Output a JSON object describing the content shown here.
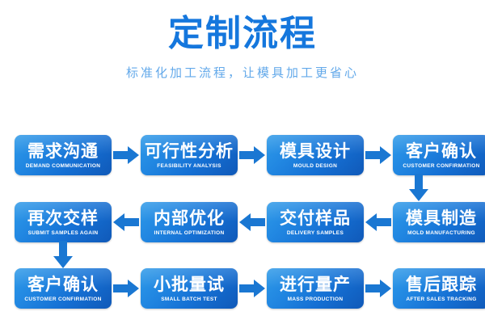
{
  "header": {
    "title": "定制流程",
    "subtitle": "标准化加工流程，让模具加工更省心",
    "title_color": "#1577dd",
    "subtitle_color": "#63a9ea"
  },
  "theme": {
    "box_gradient_start": "#2e9ae8",
    "box_gradient_end": "#1059b8",
    "arrow_color": "#1a77d2",
    "text_color": "#ffffff",
    "background": "#ffffff"
  },
  "flow": {
    "rows": [
      {
        "direction": "left-to-right",
        "steps": [
          {
            "cn": "需求沟通",
            "en": "DEMAND COMMUNICATION"
          },
          {
            "cn": "可行性分析",
            "en": "FEASIBILITY ANALYSIS"
          },
          {
            "cn": "模具设计",
            "en": "MOULD DESIGN"
          },
          {
            "cn": "客户确认",
            "en": "CUSTOMER CONFIRMATION"
          }
        ]
      },
      {
        "direction": "right-to-left",
        "steps": [
          {
            "cn": "再次交样",
            "en": "SUBMIT SAMPLES AGAIN"
          },
          {
            "cn": "内部优化",
            "en": "INTERNAL OPTIMIZATION"
          },
          {
            "cn": "交付样品",
            "en": "DELIVERY SAMPLES"
          },
          {
            "cn": "模具制造",
            "en": "MOLD MANUFACTURING"
          }
        ]
      },
      {
        "direction": "left-to-right",
        "steps": [
          {
            "cn": "客户确认",
            "en": "CUSTOMER CONFIRMATION"
          },
          {
            "cn": "小批量试",
            "en": "SMALL BATCH TEST"
          },
          {
            "cn": "进行量产",
            "en": "MASS PRODUCTION"
          },
          {
            "cn": "售后跟踪",
            "en": "AFTER SALES TRACKING"
          }
        ]
      }
    ],
    "connectors": [
      {
        "name": "row1-to-row2",
        "direction": "down",
        "side": "right"
      },
      {
        "name": "row2-to-row3",
        "direction": "down",
        "side": "left"
      }
    ]
  }
}
